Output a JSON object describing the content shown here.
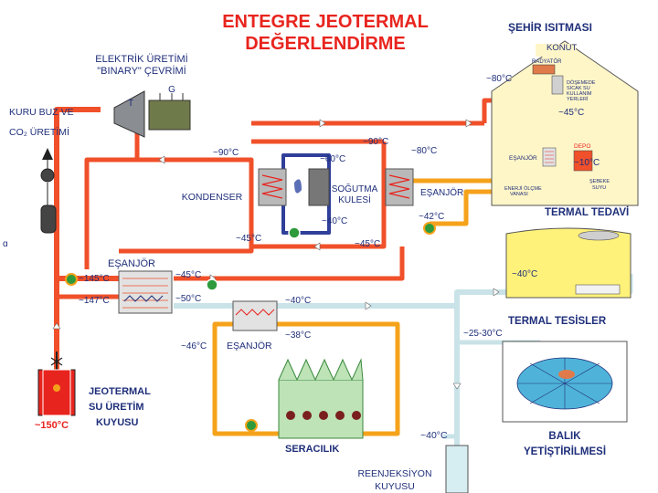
{
  "title": {
    "line1": "ENTEGRE JEOTERMAL",
    "line2": "DEĞERLENDİRME"
  },
  "sections": {
    "binary_line1": "ELEKTRİK ÜRETİMİ",
    "binary_line2": "\"BINARY\" ÇEVRİMİ",
    "dry_ice_line1": "KURU BUZ VE",
    "dry_ice_line2": "CO₂ ÜRETİMİ",
    "city_heating": "ŞEHİR ISITMASI",
    "house": "KONUT",
    "thermal_treatment": "TERMAL TEDAVİ",
    "thermal_facilities": "TERMAL TESİSLER",
    "fish_line1": "BALIK",
    "fish_line2": "YETİŞTİRİLMESİ",
    "greenhouse": "SERACILIK",
    "reinjection_line1": "REENJEKSİYON",
    "reinjection_line2": "KUYUSU",
    "production_line1": "JEOTERMAL",
    "production_line2": "SU ÜRETİM",
    "production_line3": "KUYUSU"
  },
  "components": {
    "turbine": "T",
    "generator": "G",
    "condenser": "KONDENSER",
    "cooling_line1": "SOĞUTMA",
    "cooling_line2": "KULESİ",
    "exchanger_right": "EŞANJÖR",
    "exchanger_main": "EŞANJÖR",
    "exchanger_lower": "EŞANJÖR",
    "house_exchanger": "EŞANJÖR",
    "radiator": "RADYATÖR",
    "floor_line1": "DÖŞEMEDE",
    "floor_line2": "SICAK SU",
    "floor_line3": "KULLANIM",
    "floor_line4": "YERLERİ",
    "tank": "DEPO",
    "return_line1": "ŞEBEKE",
    "return_line2": "SUYU",
    "meter_line1": "ENERJİ ÖLÇME",
    "meter_line2": "VANASI",
    "side_mark": "ɑ"
  },
  "temperatures": {
    "t_90_a": "~90°C",
    "t_90_b": "~90°C",
    "t_80_a": "~80°C",
    "t_80_b": "~80°C",
    "t_60": "~60°C",
    "t_45_a": "~45°C",
    "t_45_b": "~45°C",
    "t_45_c": "~45°C",
    "t_45_d": "~45°C",
    "t_40_a": "~40°C",
    "t_40_b": "~40°C",
    "t_40_c": "~40°C",
    "t_42": "~42°C",
    "t_10": "~10°C",
    "t_145": "~145°C",
    "t_147": "~147°C",
    "t_50": "~50°C",
    "t_46": "~46°C",
    "t_38": "~38°C",
    "t_2530": "~25-30°C",
    "t_40_reinj": "~40°C",
    "t_150": "~150°C"
  },
  "colors": {
    "hot_pipe": "#f0502a",
    "warm_pipe": "#f5a21b",
    "cool_pipe": "#c9e3e8",
    "cold_pipe": "#2f3f9a",
    "red_text": "#e8241e",
    "navy_text": "#1f2f7a",
    "house_fill": "#fff6c8",
    "pump_fill": "#2e9a3c"
  }
}
